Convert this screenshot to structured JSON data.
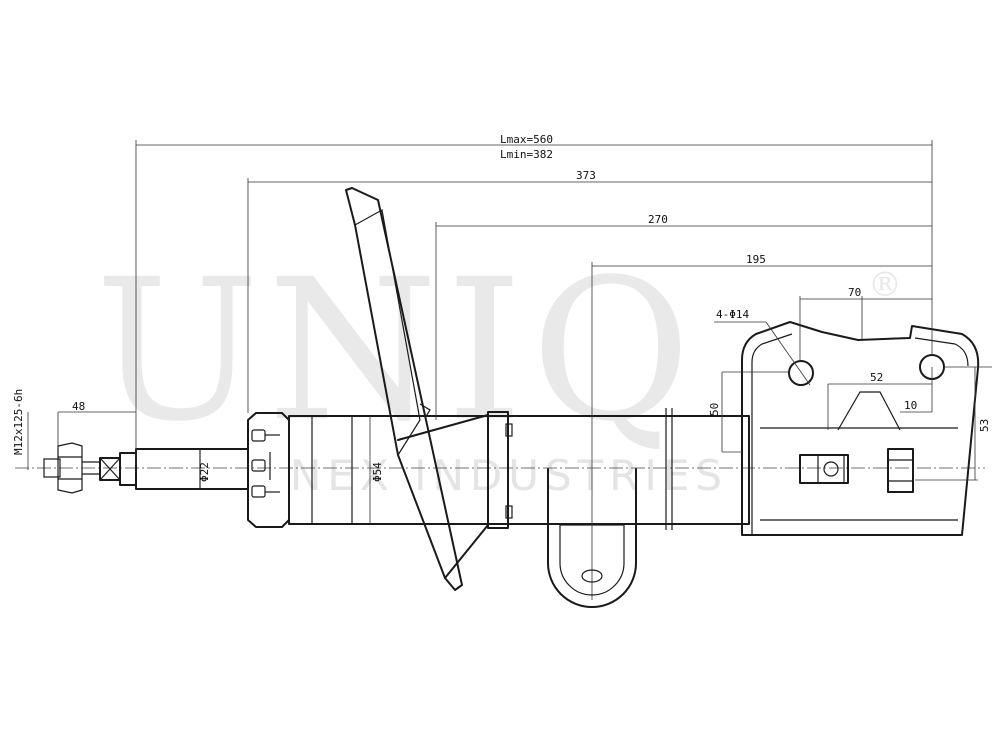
{
  "watermark": {
    "brand": "UNIQ",
    "registered": "®",
    "tagline": "NEX INDUSTRIES"
  },
  "dimensions": {
    "lmax": "Lmax=560",
    "lmin": "Lmin=382",
    "d373": "373",
    "d270": "270",
    "d195": "195",
    "d70": "70",
    "holes": "4-Φ14",
    "d52": "52",
    "d50": "50",
    "d10": "10",
    "d53": "53",
    "d48": "48",
    "thread": "M12x125-6h",
    "rod_dia": "Φ22",
    "body_dia": "Φ54"
  },
  "colors": {
    "line": "#1a1a1a",
    "watermark": "#e9e9e9",
    "background": "#ffffff"
  }
}
